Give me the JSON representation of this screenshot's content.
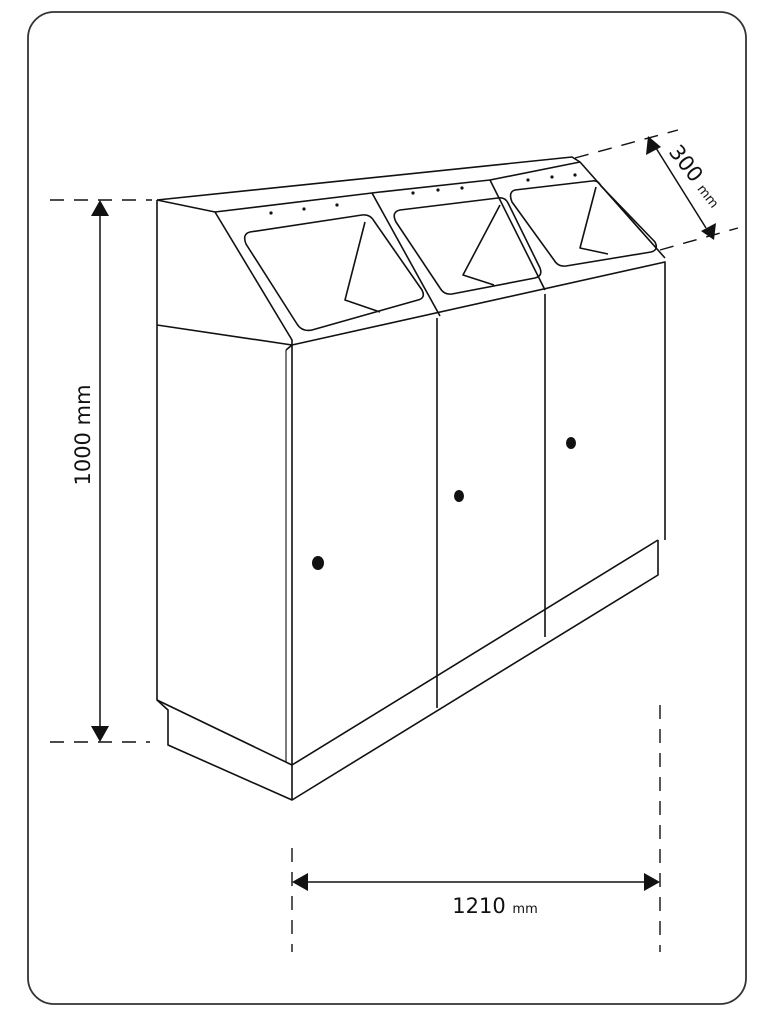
{
  "dimensions": {
    "height": {
      "value": "1000",
      "unit": "mm"
    },
    "width": {
      "value": "1210",
      "unit": "mm"
    },
    "depth": {
      "value": "300",
      "unit": "mm"
    }
  },
  "colors": {
    "line": "#111111",
    "background": "#ffffff"
  }
}
